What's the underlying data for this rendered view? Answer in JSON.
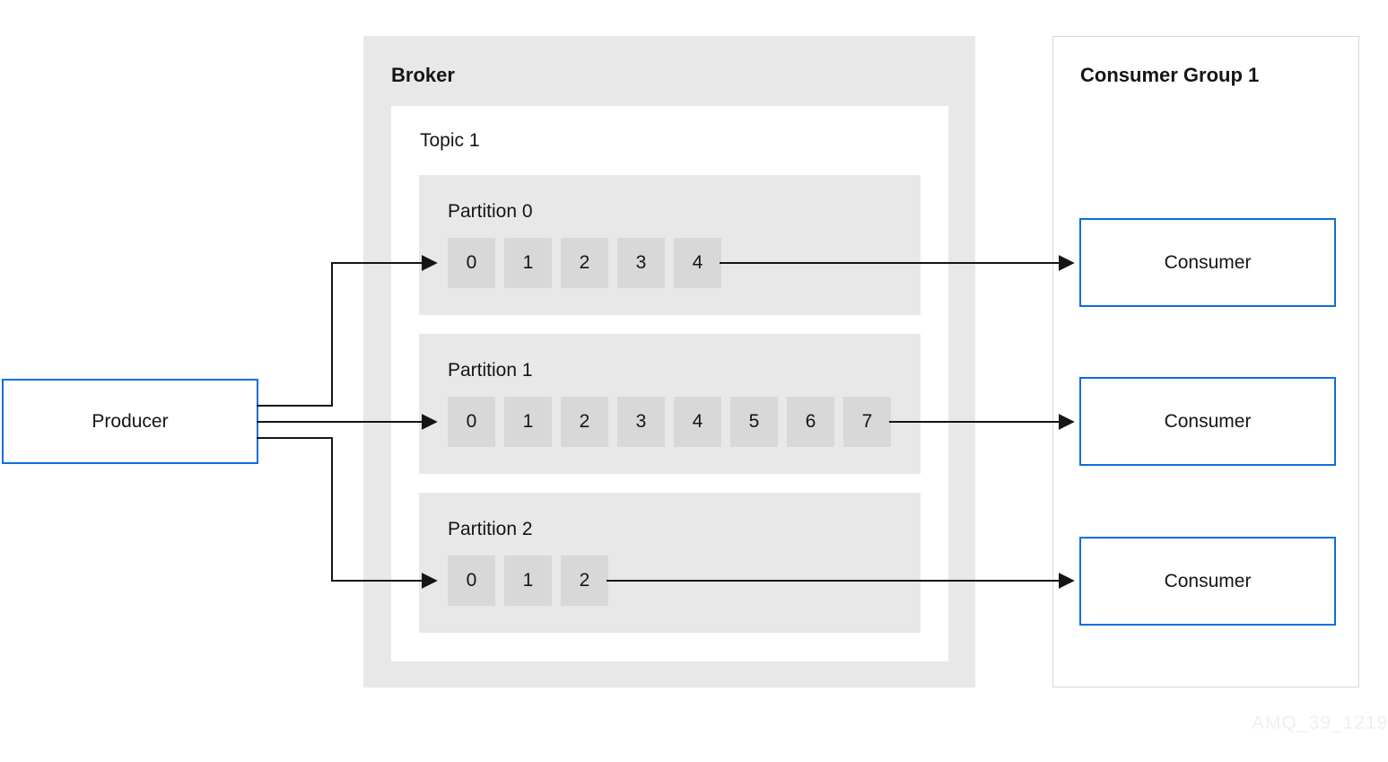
{
  "diagram": {
    "producer": {
      "label": "Producer"
    },
    "broker": {
      "label": "Broker",
      "topic": {
        "label": "Topic 1",
        "partitions": [
          {
            "label": "Partition 0",
            "cells": [
              "0",
              "1",
              "2",
              "3",
              "4"
            ]
          },
          {
            "label": "Partition 1",
            "cells": [
              "0",
              "1",
              "2",
              "3",
              "4",
              "5",
              "6",
              "7"
            ]
          },
          {
            "label": "Partition 2",
            "cells": [
              "0",
              "1",
              "2"
            ]
          }
        ]
      }
    },
    "consumer_group": {
      "label": "Consumer Group 1",
      "consumers": [
        {
          "label": "Consumer"
        },
        {
          "label": "Consumer"
        },
        {
          "label": "Consumer"
        }
      ]
    },
    "watermark": "AMQ_39_1219",
    "colors": {
      "accent_blue": "#0e6edb",
      "box_gray": "#e8e8e8",
      "cell_gray": "#d8d8d8",
      "border_gray": "#d7d7d7",
      "line_black": "#151515",
      "watermark_gray": "#f0f0f0"
    }
  }
}
